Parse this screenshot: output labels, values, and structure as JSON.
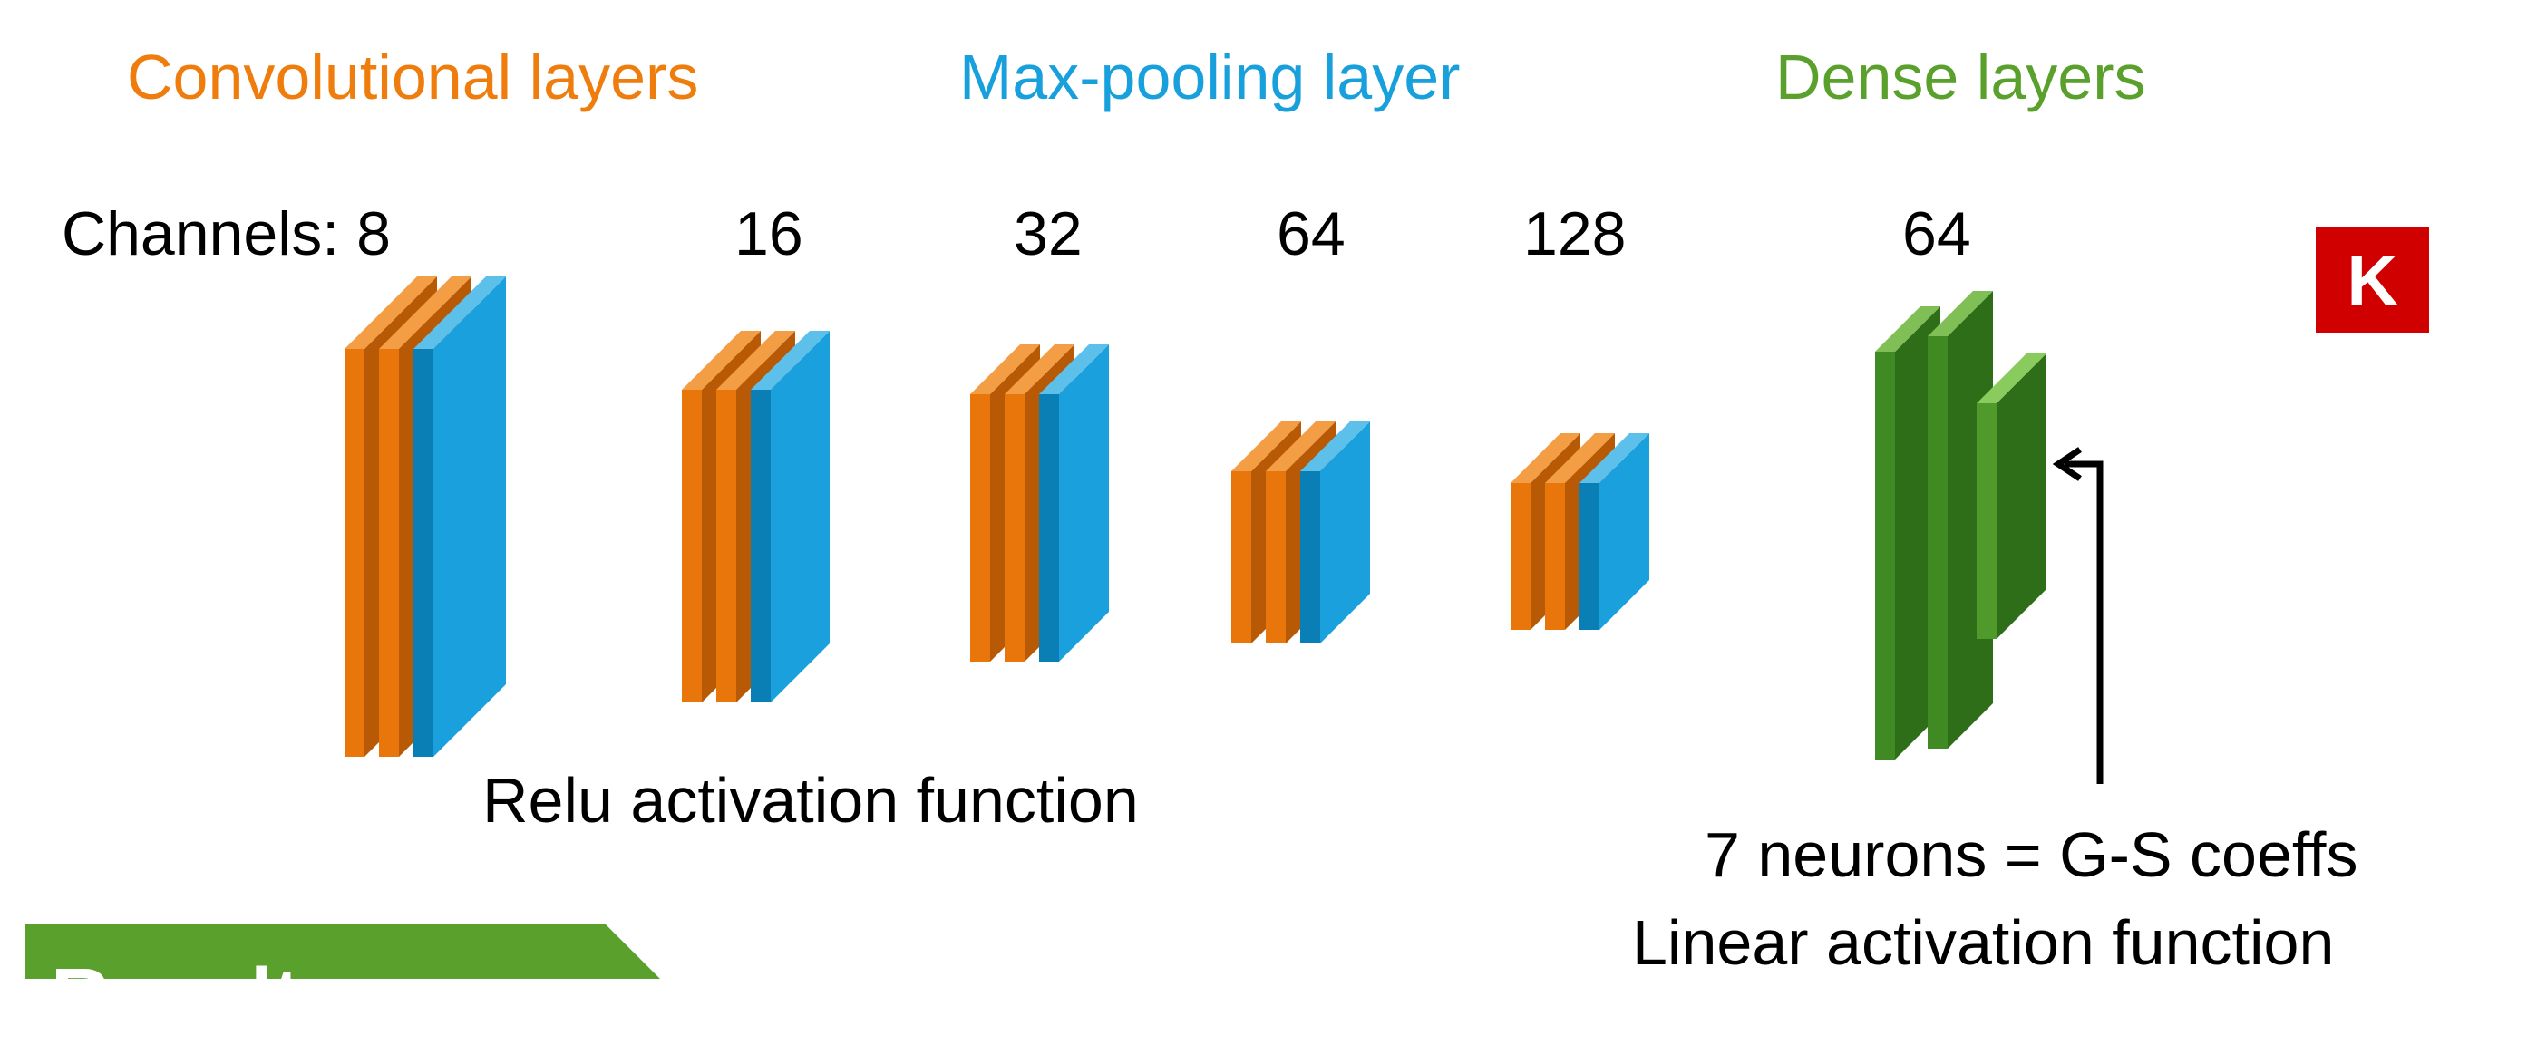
{
  "legend": {
    "conv": {
      "label": "Convolutional layers",
      "color": "#ee7d0d"
    },
    "pool": {
      "label": "Max-pooling layer",
      "color": "#18a0dc"
    },
    "dense": {
      "label": "Dense layers",
      "color": "#5aa02c"
    }
  },
  "channels": {
    "prefix": "Channels: 8",
    "values": [
      "16",
      "32",
      "64",
      "128"
    ],
    "dense": "64"
  },
  "activation_conv": "Relu activation function",
  "output": {
    "neurons": "7 neurons = G-S coeffs",
    "activation": "Linear activation function"
  },
  "logo_letter": "K",
  "banner": {
    "label": "Results",
    "color": "#5aa02c"
  }
}
